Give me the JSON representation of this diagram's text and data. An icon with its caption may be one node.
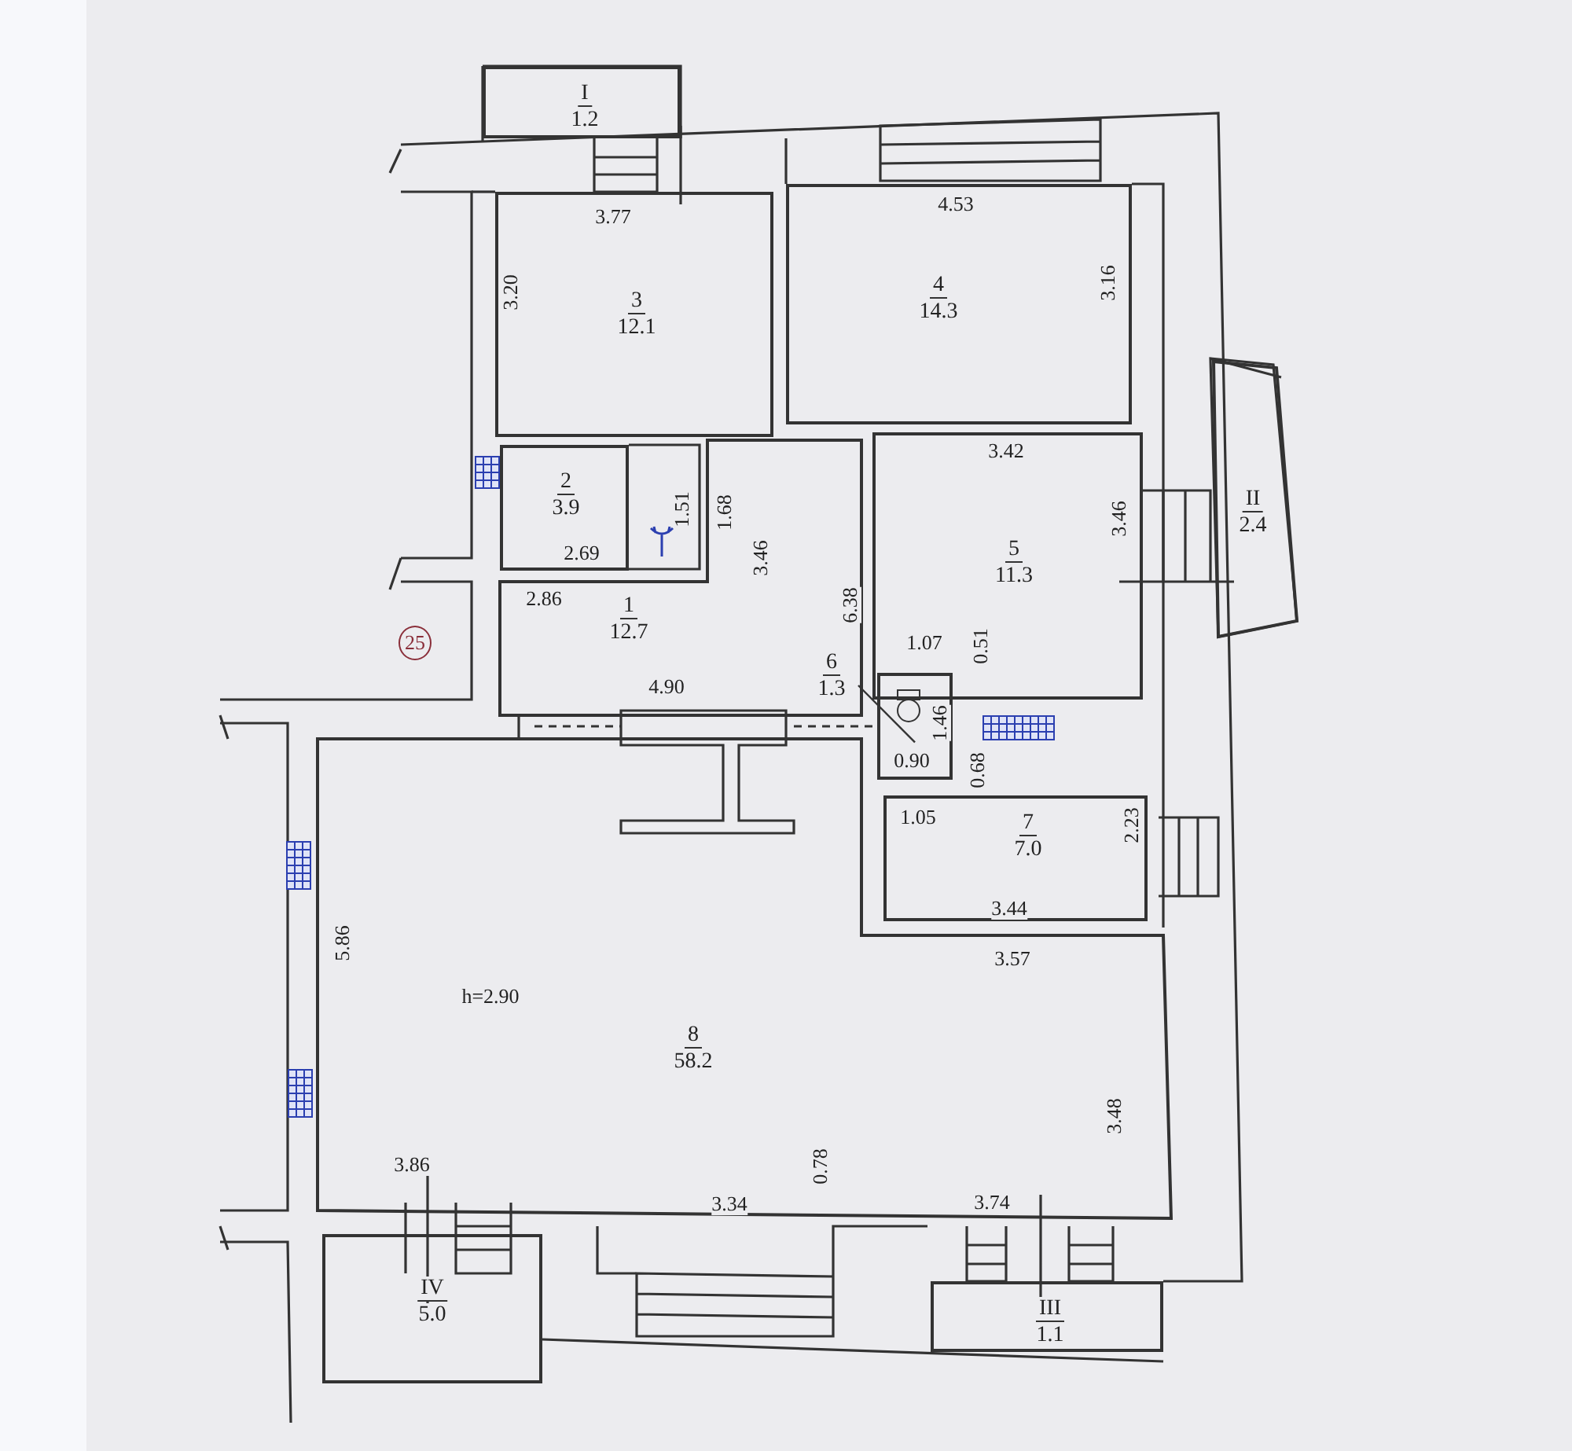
{
  "diagram": {
    "nodes": [
      {
        "text": [
          "I",
          "1.2"
        ]
      },
      {
        "text": [
          "3",
          "12.1"
        ]
      },
      {
        "text": [
          "4",
          "14.3"
        ]
      },
      {
        "text": [
          "2",
          "3.9"
        ]
      },
      {
        "text": [
          "II",
          "2.4"
        ]
      },
      {
        "text": [
          "1",
          "12.7"
        ]
      },
      {
        "text": [
          "6",
          "1.3"
        ],
        "in": 5
      },
      {
        "text": [],
        "shape": "box"
      },
      {
        "text": [
          "5",
          "11.3"
        ]
      },
      {
        "text": [
          "7",
          "7.0"
        ]
      },
      {
        "text": [
          "8",
          "58.2"
        ]
      },
      {
        "text": [
          "IV",
          "5.0"
        ]
      },
      {
        "text": [
          "III",
          "1.1"
        ]
      }
    ],
    "edges": [
      {
        "from": 6,
        "to": 7,
        "arrow": "none"
      }
    ],
    "labels": [
      "3.77",
      "4.53",
      "3.20",
      "3.16",
      "3.42",
      "1.51",
      "1.68",
      "3.46",
      "2.69",
      "25",
      "2.86",
      "3.46",
      "6.38",
      "1.07",
      "0.51",
      "4.90",
      "1.46",
      "0.90",
      "0.68",
      "1.05",
      "2.23",
      "3.44",
      "3.57",
      "5.86",
      "h=2.90",
      "3.48",
      "3.86",
      "3.74",
      "0.78",
      "3.34"
    ]
  }
}
